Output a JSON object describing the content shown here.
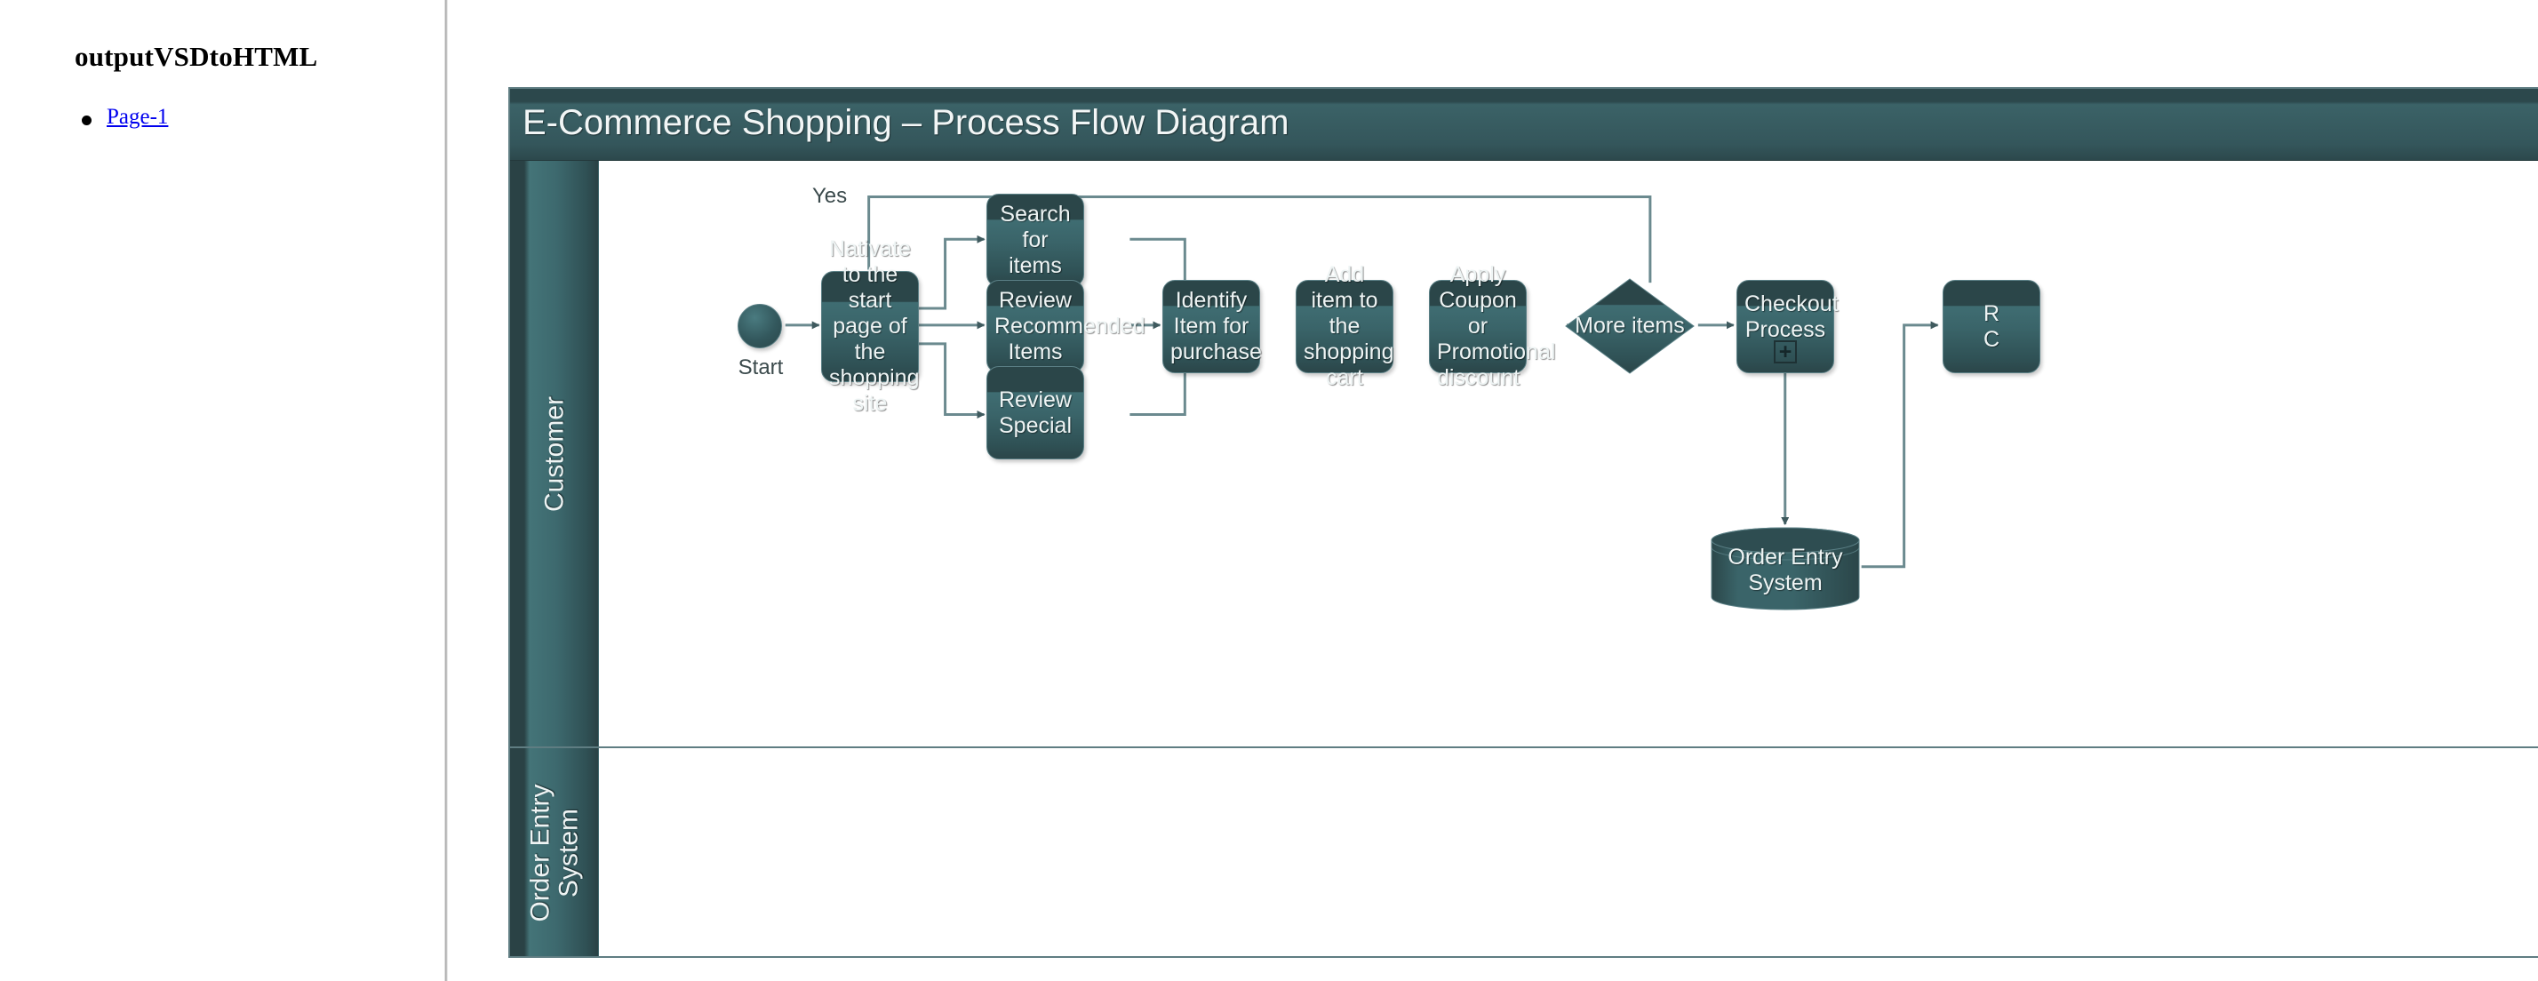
{
  "nav": {
    "title": "outputVSDtoHTML",
    "items": [
      {
        "label": "Page-1"
      }
    ]
  },
  "diagram": {
    "title": "E-Commerce Shopping – Process Flow Diagram",
    "lanes": [
      {
        "name": "Customer"
      },
      {
        "name": "Order Entry\nSystem",
        "line1": "Order Entry",
        "line2": "System"
      }
    ],
    "colors": {
      "title_bar": "#34565b",
      "lane_header": "#3d696e",
      "node_fill_dark": "#2b4649",
      "node_fill_light": "#3f6d72",
      "node_border": "#5b8086",
      "connector": "#6b8a8f",
      "text": "#eef4f4",
      "frame_border": "#5f7d82"
    },
    "nodes": [
      {
        "id": "start",
        "type": "start",
        "label": "",
        "caption": "Start"
      },
      {
        "id": "navigate",
        "type": "process",
        "label": "Nativate to the start page of the shopping site"
      },
      {
        "id": "search",
        "type": "process",
        "label": "Search for items"
      },
      {
        "id": "review-rec",
        "type": "process",
        "label": "Review Recommended Items"
      },
      {
        "id": "review-special",
        "type": "process",
        "label": "Review Special"
      },
      {
        "id": "identify",
        "type": "process",
        "label": "Identify Item for purchase"
      },
      {
        "id": "add-cart",
        "type": "process",
        "label": "Add item to the shopping cart"
      },
      {
        "id": "coupon",
        "type": "process",
        "label": "Apply Coupon or Promotional discount"
      },
      {
        "id": "more-items",
        "type": "decision",
        "label": "More items"
      },
      {
        "id": "checkout",
        "type": "subprocess",
        "label": "Checkout Process",
        "marker": "+"
      },
      {
        "id": "review-order",
        "type": "process",
        "label": "R\nC",
        "clipped": true
      },
      {
        "id": "oes-db",
        "type": "database",
        "label": "Order Entry System",
        "line1": "Order Entry",
        "line2": "System"
      }
    ],
    "edge_labels": [
      {
        "id": "more-items-yes",
        "label": "Yes"
      }
    ]
  }
}
